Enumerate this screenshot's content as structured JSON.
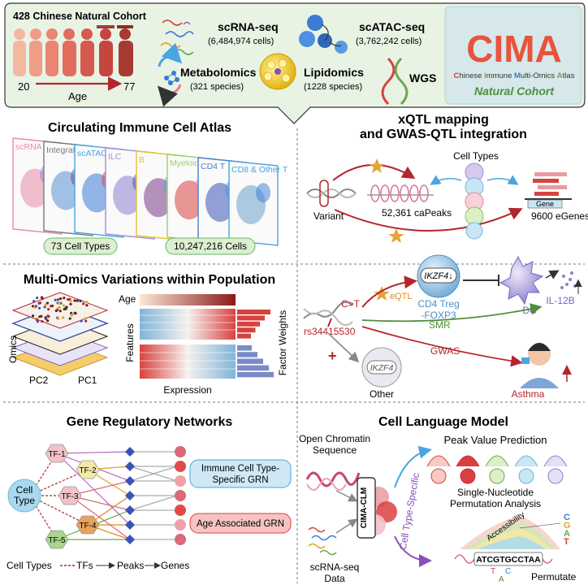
{
  "header": {
    "cohort_title": "428 Chinese Natural Cohort",
    "age_min": "20",
    "age_max": "77",
    "age_label": "Age",
    "omics": [
      {
        "name": "scRNA-seq",
        "detail": "(6,484,974 cells)"
      },
      {
        "name": "scATAC-seq",
        "detail": "(3,762,242 cells)"
      },
      {
        "name": "Metabolomics",
        "detail": "(321 species)"
      },
      {
        "name": "Lipidomics",
        "detail": "(1228 species)"
      },
      {
        "name": "WGS",
        "detail": ""
      }
    ],
    "logo": {
      "word": "CIMA",
      "line_parts": [
        "C",
        "hinese ",
        "I",
        "mmune ",
        "M",
        "ulti-Omics ",
        "A",
        "tlas"
      ],
      "subtitle": "Natural Cohort"
    }
  },
  "atlas": {
    "title": "Circulating Immune Cell Atlas",
    "layers": [
      "scRNA",
      "Integration",
      "scATAC",
      "ILC",
      "B",
      "Myeloid & HSPC",
      "CD4 T",
      "CD8 & Other T"
    ],
    "badge_cell_types": "73 Cell Types",
    "badge_cells": "10,247,216 Cells"
  },
  "xqtl": {
    "title_line1": "xQTL mapping",
    "title_line2": "and GWAS-QTL integration",
    "cell_types_label": "Cell Types",
    "variant_label": "Variant",
    "capeaks_label": "52,361 caPeaks",
    "gene_label": "Gene",
    "egenes_label": "9600 eGenes"
  },
  "gwas": {
    "snp": "rs34415530",
    "allele": "C>T",
    "eqtl": "eQTL",
    "ikzf_down": "IKZF4↓",
    "treg_line1": "CD4 Treg",
    "treg_line2": "-FOXP3",
    "dc": "DC",
    "il12b": "IL-12B",
    "smr": "SMR",
    "gwas": "GWAS",
    "ikzf_other": "IKZF4",
    "other": "Other",
    "asthma": "Asthma"
  },
  "variation": {
    "title": "Multi-Omics Variations within Population",
    "omics_label": "Omics",
    "pc2": "PC2",
    "pc1": "PC1",
    "age_label": "Age",
    "features_label": "Features",
    "expression_label": "Expression",
    "factor_weights_label": "Factor Weights",
    "factor_weights_top": [
      0.82,
      0.68,
      0.56,
      0.45,
      0.34
    ],
    "factor_weights_bottom": [
      0.36,
      0.5,
      0.64,
      0.78,
      0.9
    ]
  },
  "grn": {
    "title": "Gene Regulatory Networks",
    "cell_type_line1": "Cell",
    "cell_type_line2": "Type",
    "tfs": [
      "TF-1",
      "TF-2",
      "TF-3",
      "TF-4",
      "TF-5"
    ],
    "immune_line1": "Immune Cell Type-",
    "immune_line2": "Specific GRN",
    "age_grn": "Age Associated GRN",
    "legend": [
      "Cell Types",
      "TFs",
      "Peaks",
      "Genes"
    ]
  },
  "clm": {
    "title": "Cell Language Model",
    "open_line1": "Open Chromatin",
    "open_line2": "Sequence",
    "model": "CIMA-CLM",
    "scrna_line1": "scRNA-seq",
    "scrna_line2": "Data",
    "cell_type_specific": "Cell Type-Specific",
    "peak_value": "Peak Value Prediction",
    "perm_line1": "Single-Nucleotide",
    "perm_line2": "Permutation Analysis",
    "accessibility": "Accessibility",
    "sequence": "ATCGTGCCTAA",
    "bases": [
      "C",
      "G",
      "A",
      "T"
    ],
    "permute": "Permutate"
  },
  "colors": {
    "header_bg": "#e9f3e4",
    "badge_bg": "#dcefd2",
    "badge_border": "#6db36b",
    "dark_red": "#b3262b",
    "tf_pink": "#f2c2c8",
    "tf_yellow": "#f4e8a6",
    "tf_orange": "#e9a25c",
    "tf_green": "#a8d58f",
    "cell_type_blue": "#a9d9ef",
    "peak_blue": "#3b53b5",
    "gene_red": "#e24a4a",
    "immune_box": "#cfe8f6",
    "age_box": "#f6c4c0",
    "logo_green": "#4e8f3a"
  }
}
